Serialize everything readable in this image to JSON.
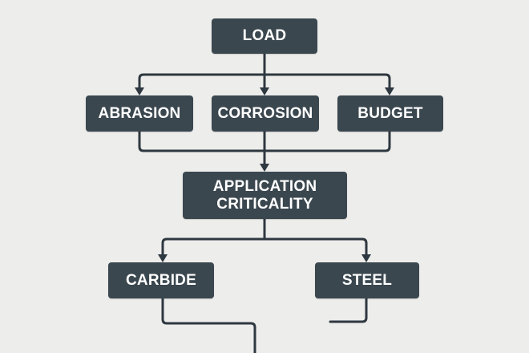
{
  "diagram": {
    "nodes": {
      "load": "LOAD",
      "abrasion": "ABRASION",
      "corrosion": "CORROSION",
      "budget": "BUDGET",
      "application_criticality": "APPLICATION\nCRITICALITY",
      "carbide": "CARBIDE",
      "steel": "STEEL"
    },
    "colors": {
      "node_fill": "#3b474f",
      "node_text": "#ffffff",
      "connector": "#2e3840",
      "background": "#ededeb"
    }
  }
}
